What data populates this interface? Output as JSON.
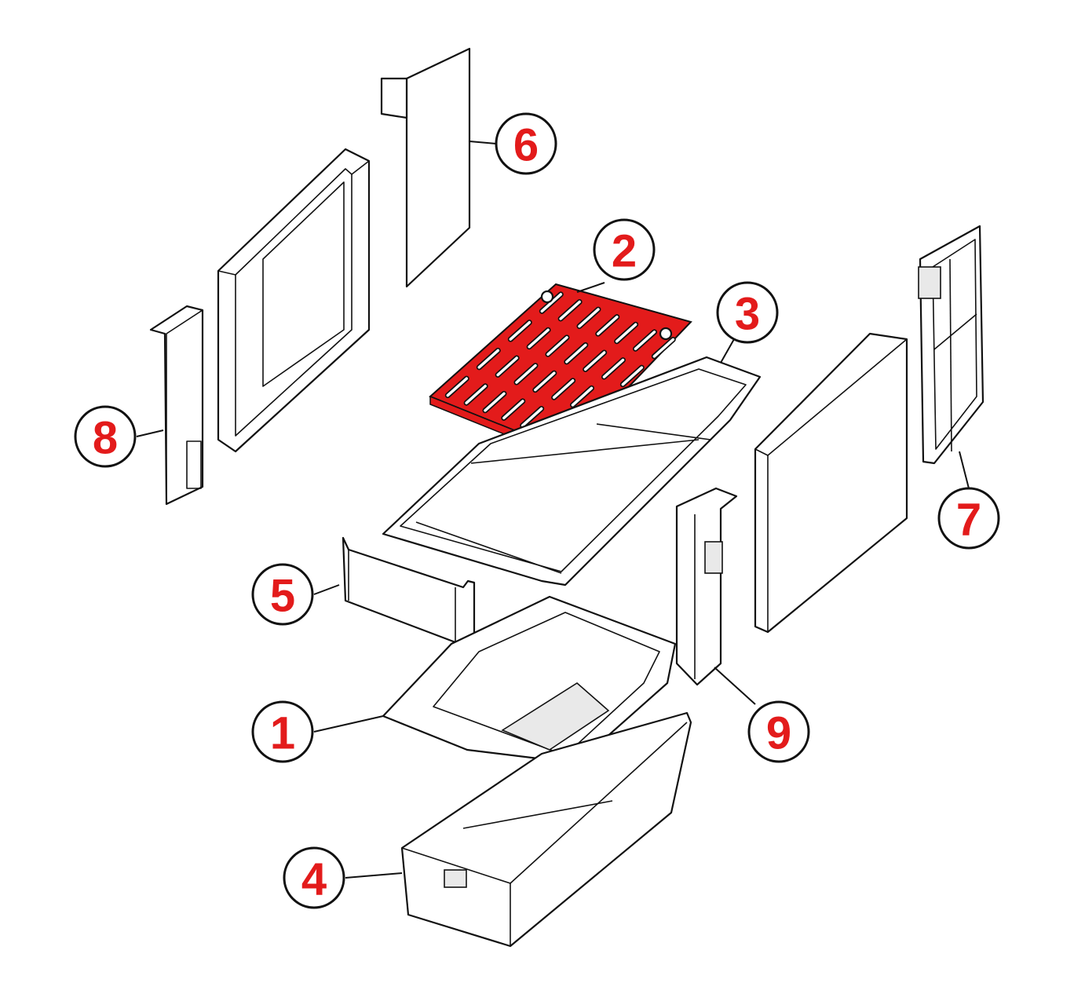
{
  "colors": {
    "highlight": "#e31b1b",
    "callout_number": "#e31b1b",
    "line": "#111111",
    "background": "#ffffff"
  },
  "callouts": [
    {
      "id": "1",
      "label": "1"
    },
    {
      "id": "2",
      "label": "2"
    },
    {
      "id": "3",
      "label": "3"
    },
    {
      "id": "4",
      "label": "4"
    },
    {
      "id": "5",
      "label": "5"
    },
    {
      "id": "6",
      "label": "6"
    },
    {
      "id": "7",
      "label": "7"
    },
    {
      "id": "8",
      "label": "8"
    },
    {
      "id": "9",
      "label": "9"
    }
  ],
  "highlighted_part": "2"
}
